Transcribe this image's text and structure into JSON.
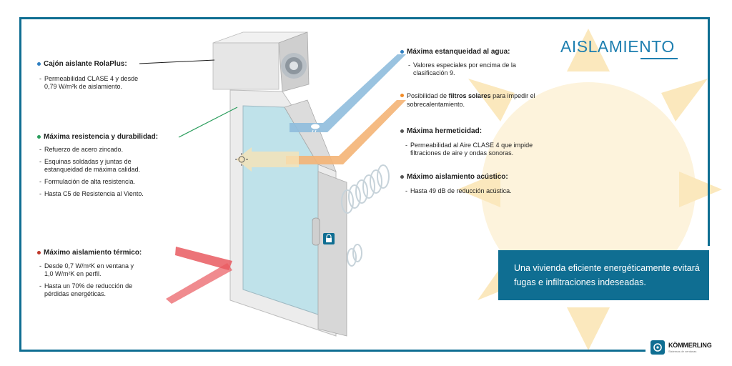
{
  "title": "AISLAMIENTO",
  "colors": {
    "brand": "#0f6e92",
    "sun": "#f7dfa0",
    "water_arrow": "#6fa6d1",
    "filter_arrow": "#f2a04e",
    "thermal_arrow": "#e54850",
    "dot_blue": "#2f7fc1",
    "dot_orange": "#f28c28",
    "dot_green": "#2a9d5c",
    "dot_red": "#c0392b",
    "dot_gray": "#555555"
  },
  "left": {
    "box": {
      "heading": "Cajón aislante RolaPlus:",
      "items": [
        "Permeabilidad CLASE 4 y desde 0,79 W/m²k de aislamiento."
      ]
    },
    "resistance": {
      "heading": "Máxima resistencia y durabilidad:",
      "items": [
        "Refuerzo de acero zincado.",
        "Esquinas soldadas y juntas de estanqueidad de máxima calidad.",
        "Formulación de alta resistencia.",
        "Hasta C5 de Resistencia al Viento."
      ]
    },
    "thermal": {
      "heading": "Máximo aislamiento térmico:",
      "items": [
        "Desde 0,7 W/m²K en ventana y 1,0 W/m²K en perfil.",
        "Hasta un 70% de reducción de pérdidas energéticas."
      ]
    }
  },
  "right": {
    "water": {
      "heading": "Máxima estanqueidad al agua:",
      "items": [
        "Valores especiales por encima de la clasificación 9."
      ]
    },
    "filters": {
      "text_before": "Posibilidad de ",
      "text_bold": "filtros solares",
      "text_after": " para impedir el sobrecalentamiento."
    },
    "airtight": {
      "heading": "Máxima hermeticidad:",
      "items": [
        "Permeabilidad al Aire CLASE 4 que impide filtraciones de aire y ondas sonoras."
      ]
    },
    "acoustic": {
      "heading": "Máximo aislamiento acústico:",
      "items": [
        "Hasta 49 dB de reducción acústica."
      ]
    }
  },
  "callout": "Una vivienda eficiente energéticamente evitará fugas e infiltraciones indeseadas.",
  "logo": {
    "name": "KÖMMERLING",
    "tagline": "Sistemas de ventanas"
  }
}
